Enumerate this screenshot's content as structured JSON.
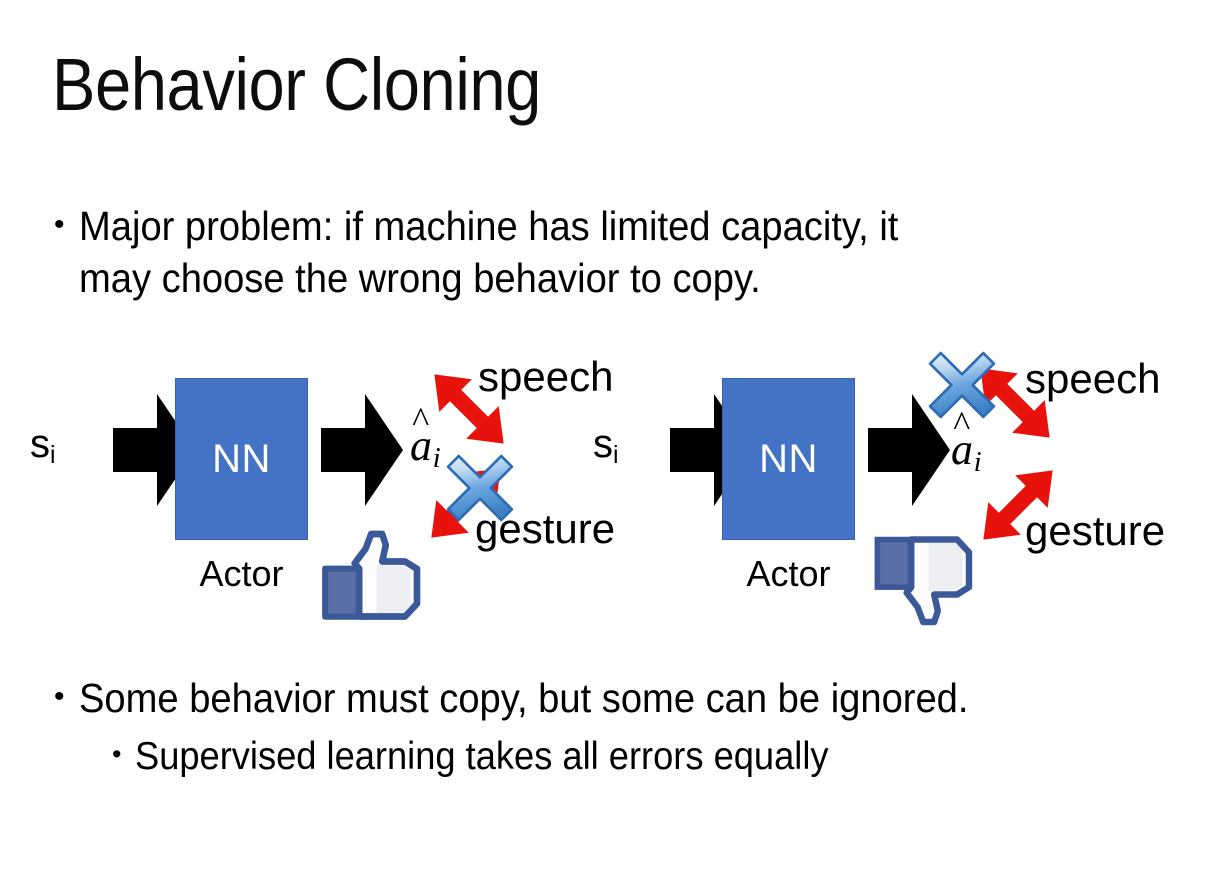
{
  "slide": {
    "title": "Behavior Cloning",
    "background_color": "#FFFFFF"
  },
  "bullets": {
    "top": {
      "marker": "•",
      "text": "Major problem: if machine has limited capacity, it\nmay choose the wrong behavior to copy."
    },
    "bottom_main": {
      "marker": "•",
      "text": "Some behavior must copy, but some can be ignored."
    },
    "bottom_sub": {
      "marker": "•",
      "text": "Supervised learning takes all errors equally"
    }
  },
  "diagrams": [
    {
      "id": "left",
      "input_label": "s",
      "input_subscript": "i",
      "box_label": "NN",
      "box_caption": "Actor",
      "output_label": "a",
      "output_subscript": "i",
      "output_hat": "^",
      "branch_top": "speech",
      "branch_bottom": "gesture",
      "crossed_branch": "gesture",
      "verdict_icon": "thumbs-up-icon",
      "verdict": "approve"
    },
    {
      "id": "right",
      "input_label": "s",
      "input_subscript": "i",
      "box_label": "NN",
      "box_caption": "Actor",
      "output_label": "a",
      "output_subscript": "i",
      "output_hat": "^",
      "branch_top": "speech",
      "branch_bottom": "gesture",
      "crossed_branch": "speech",
      "verdict_icon": "thumbs-down-icon",
      "verdict": "reject"
    }
  ],
  "colors": {
    "nn_box_fill": "#4472C4",
    "nn_box_border": "#3963B0",
    "block_arrow": "#000000",
    "branch_arrow": "#E8120C",
    "cross_mark_light": "#CFE2F7",
    "cross_mark_mid": "#5A9BDC",
    "cross_mark_outline": "#2E6DB4",
    "thumb_outline": "#3B5998",
    "thumb_cuff": "#5B6EA8",
    "thumb_fill": "#FFFFFF",
    "text": "#000000"
  }
}
